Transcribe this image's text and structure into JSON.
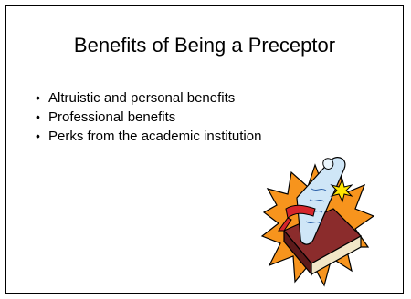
{
  "slide": {
    "title": "Benefits of Being a Preceptor",
    "bullets": [
      "Altruistic and personal benefits",
      "Professional benefits",
      "Perks from the academic institution"
    ],
    "bullet_glyph": "•",
    "clipart_icon": "diploma-on-book-icon",
    "colors": {
      "border": "#000000",
      "text": "#000000",
      "clipart_burst": "#f7941d",
      "clipart_book": "#8b2c2c",
      "clipart_scroll": "#cfe6f7",
      "clipart_ribbon": "#d6262b",
      "clipart_seal": "#ffe600"
    }
  }
}
